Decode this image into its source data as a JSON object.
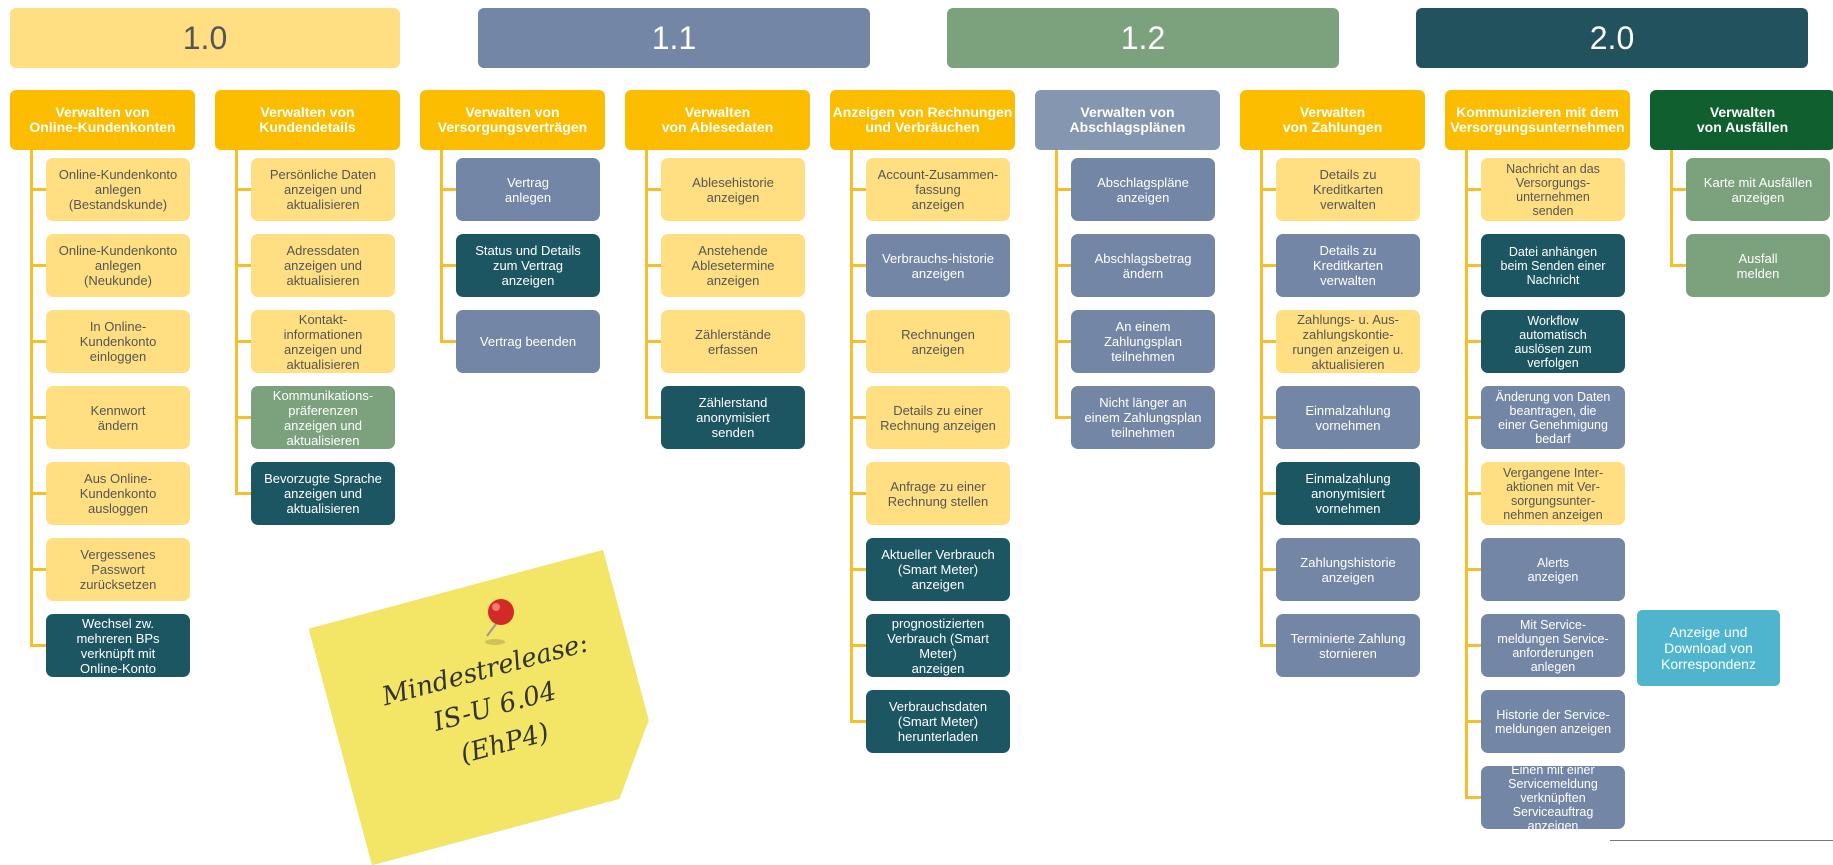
{
  "colors": {
    "yellow_header": "#fcbd00",
    "yellow_item": "#ffdf82",
    "slate": "#7486a5",
    "teal": "#1d5663",
    "green": "#7ba17d",
    "dark_green": "#0f5f2f",
    "release_yellow": "#ffdf82",
    "release_slate": "#7486a5",
    "release_green": "#7ba17d",
    "release_teal": "#22525d",
    "cyan": "#4fb5cf"
  },
  "releases": [
    {
      "label": "1.0",
      "color": "#ffdf82",
      "light": true
    },
    {
      "label": "1.1",
      "color": "#7486a5",
      "light": false
    },
    {
      "label": "1.2",
      "color": "#7ba17d",
      "light": false
    },
    {
      "label": "2.0",
      "color": "#22525d",
      "light": false
    }
  ],
  "columns": [
    {
      "header": "Verwalten von\nOnline-Kundenkonten",
      "header_color": "#fcbd00",
      "items": [
        {
          "label": "Online-Kundenkonto\nanlegen\n(Bestandskunde)",
          "c": "y"
        },
        {
          "label": "Online-Kundenkonto\nanlegen\n(Neukunde)",
          "c": "y"
        },
        {
          "label": "In Online-\nKundenkonto\neinloggen",
          "c": "y"
        },
        {
          "label": "Kennwort\nändern",
          "c": "y"
        },
        {
          "label": "Aus Online-\nKundenkonto\nausloggen",
          "c": "y"
        },
        {
          "label": "Vergessenes\nPasswort\nzurücksetzen",
          "c": "y"
        },
        {
          "label": "Wechsel zw.\nmehreren BPs\nverknüpft mit\nOnline-Konto",
          "c": "t"
        }
      ]
    },
    {
      "header": "Verwalten von\nKundendetails",
      "header_color": "#fcbd00",
      "items": [
        {
          "label": "Persönliche Daten\nanzeigen und\naktualisieren",
          "c": "y"
        },
        {
          "label": "Adressdaten\nanzeigen und\naktualisieren",
          "c": "y"
        },
        {
          "label": "Kontakt-\ninformationen\nanzeigen und\naktualisieren",
          "c": "y"
        },
        {
          "label": "Kommunikations-\npräferenzen\nanzeigen und\naktualisieren",
          "c": "g"
        },
        {
          "label": "Bevorzugte Sprache\nanzeigen und\naktualisieren",
          "c": "t"
        }
      ]
    },
    {
      "header": "Verwalten von\nVersorgungsverträgen",
      "header_color": "#fcbd00",
      "items": [
        {
          "label": "Vertrag\nanlegen",
          "c": "s"
        },
        {
          "label": "Status und Details\nzum Vertrag\nanzeigen",
          "c": "t"
        },
        {
          "label": "Vertrag beenden",
          "c": "s"
        }
      ]
    },
    {
      "header": "Verwalten\nvon Ablesedaten",
      "header_color": "#fcbd00",
      "items": [
        {
          "label": "Ablesehistorie\nanzeigen",
          "c": "y"
        },
        {
          "label": "Anstehende\nAblesetermine\nanzeigen",
          "c": "y"
        },
        {
          "label": "Zählerstände\nerfassen",
          "c": "y"
        },
        {
          "label": "Zählerstand\nanonymisiert\nsenden",
          "c": "t"
        }
      ]
    },
    {
      "header": "Anzeigen von Rechnungen\nund Verbräuchen",
      "header_color": "#fcbd00",
      "items": [
        {
          "label": "Account-Zusammen-\nfassung\nanzeigen",
          "c": "y"
        },
        {
          "label": "Verbrauchs-historie\nanzeigen",
          "c": "s"
        },
        {
          "label": "Rechnungen\nanzeigen",
          "c": "y"
        },
        {
          "label": "Details zu einer\nRechnung anzeigen",
          "c": "y"
        },
        {
          "label": "Anfrage zu einer\nRechnung stellen",
          "c": "y"
        },
        {
          "label": "Aktueller Verbrauch\n(Smart Meter)\nanzeigen",
          "c": "t"
        },
        {
          "label": "prognostizierten\nVerbrauch (Smart\nMeter)\nanzeigen",
          "c": "t"
        },
        {
          "label": "Verbrauchsdaten\n(Smart Meter)\nherunterladen",
          "c": "t"
        }
      ]
    },
    {
      "header": "Verwalten von\nAbschlagsplänen",
      "header_color": "#8496b0",
      "items": [
        {
          "label": "Abschlagspläne\nanzeigen",
          "c": "s"
        },
        {
          "label": "Abschlagsbetrag\nändern",
          "c": "s"
        },
        {
          "label": "An einem\nZahlungsplan\nteilnehmen",
          "c": "s"
        },
        {
          "label": "Nicht länger an\neinem Zahlungsplan\nteilnehmen",
          "c": "s"
        }
      ]
    },
    {
      "header": "Verwalten\nvon Zahlungen",
      "header_color": "#fcbd00",
      "items": [
        {
          "label": "Details zu\nKreditkarten\nverwalten",
          "c": "y"
        },
        {
          "label": "Details zu\nKreditkarten\nverwalten",
          "c": "s"
        },
        {
          "label": "Zahlungs- u. Aus-\nzahlungskontie-\nrungen anzeigen u.\naktualisieren",
          "c": "y"
        },
        {
          "label": "Einmalzahlung\nvornehmen",
          "c": "s"
        },
        {
          "label": "Einmalzahlung\nanonymisiert\nvornehmen",
          "c": "t"
        },
        {
          "label": "Zahlungshistorie\nanzeigen",
          "c": "s"
        },
        {
          "label": "Terminierte Zahlung\nstornieren",
          "c": "s"
        }
      ]
    },
    {
      "header": "Kommunizieren mit dem\nVersorgungsunternehmen",
      "header_color": "#fcbd00",
      "items": [
        {
          "label": "Nachricht an das\nVersorgungs-\nunternehmen\nsenden",
          "c": "y"
        },
        {
          "label": "Datei anhängen\nbeim Senden einer\nNachricht",
          "c": "t"
        },
        {
          "label": "Workflow\nautomatisch\nauslösen zum\nverfolgen",
          "c": "t"
        },
        {
          "label": "Änderung von Daten\nbeantragen, die\neiner Genehmigung\nbedarf",
          "c": "s"
        },
        {
          "label": "Vergangene Inter-\naktionen mit Ver-\nsorgungsunter-\nnehmen anzeigen",
          "c": "y"
        },
        {
          "label": "Alerts\nanzeigen",
          "c": "s"
        },
        {
          "label": "Mit Service-\nmeldungen Service-\nanforderungen\nanlegen",
          "c": "s"
        },
        {
          "label": "Historie der Service-\nmeldungen anzeigen",
          "c": "s"
        },
        {
          "label": "Einen mit einer\nServicemeldung\nverknüpften\nServiceauftrag\nanzeigen",
          "c": "s"
        }
      ]
    },
    {
      "header": "Verwalten\nvon Ausfällen",
      "header_color": "#0f5f2f",
      "items": [
        {
          "label": "Karte mit Ausfällen\nanzeigen",
          "c": "g"
        },
        {
          "label": "Ausfall\nmelden",
          "c": "g"
        }
      ]
    }
  ],
  "extra_box": "Anzeige und\nDownload von\nKorrespondenz",
  "sticky_note": "Mindestrelease:\nIS-U 6.04\n(EhP4)"
}
